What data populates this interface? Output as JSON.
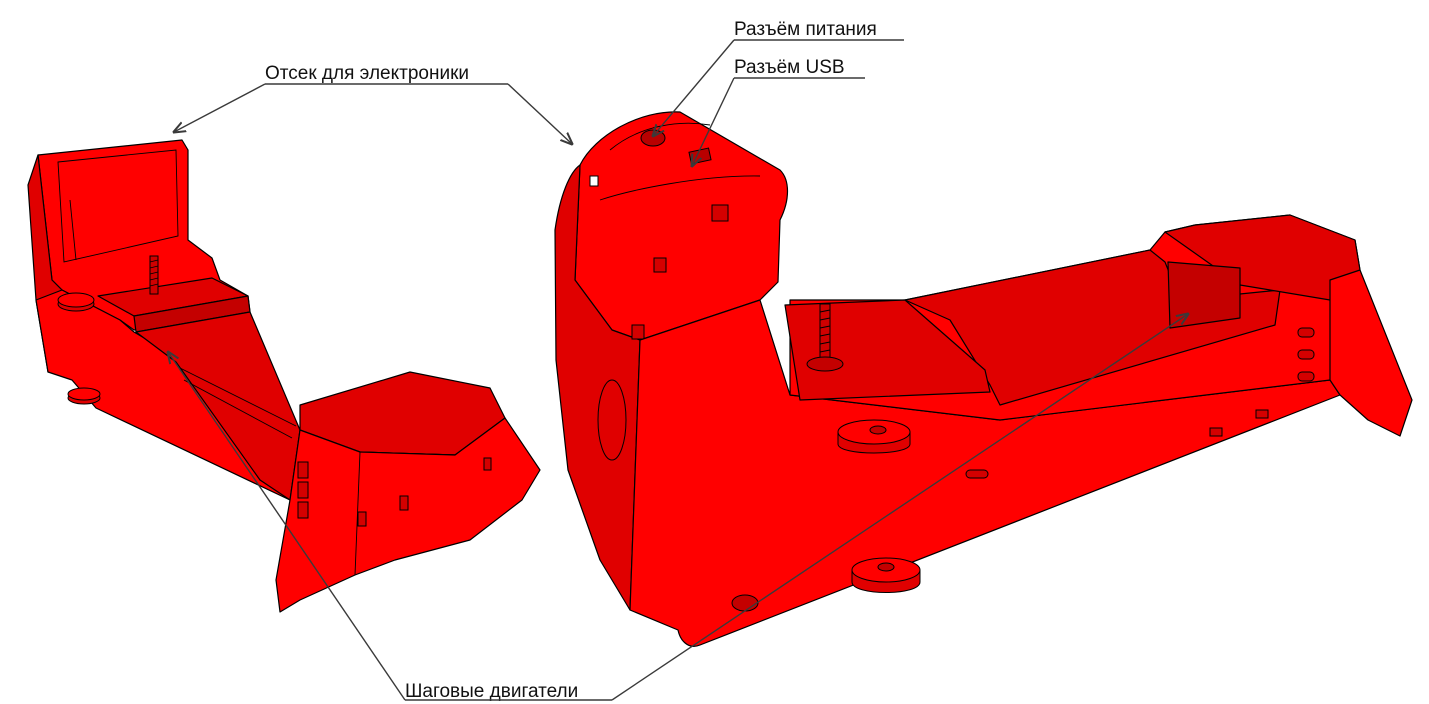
{
  "colors": {
    "body": "#ff0000",
    "body_shade": "#e00000",
    "body_dark": "#c40000",
    "outline": "#000000",
    "leader": "#3a3a3a"
  },
  "labels": {
    "electronics_bay": "Отсек для электроники",
    "power_connector": "Разъём питания",
    "usb_connector": "Разъём USB",
    "stepper_motors": "Шаговые двигатели"
  }
}
